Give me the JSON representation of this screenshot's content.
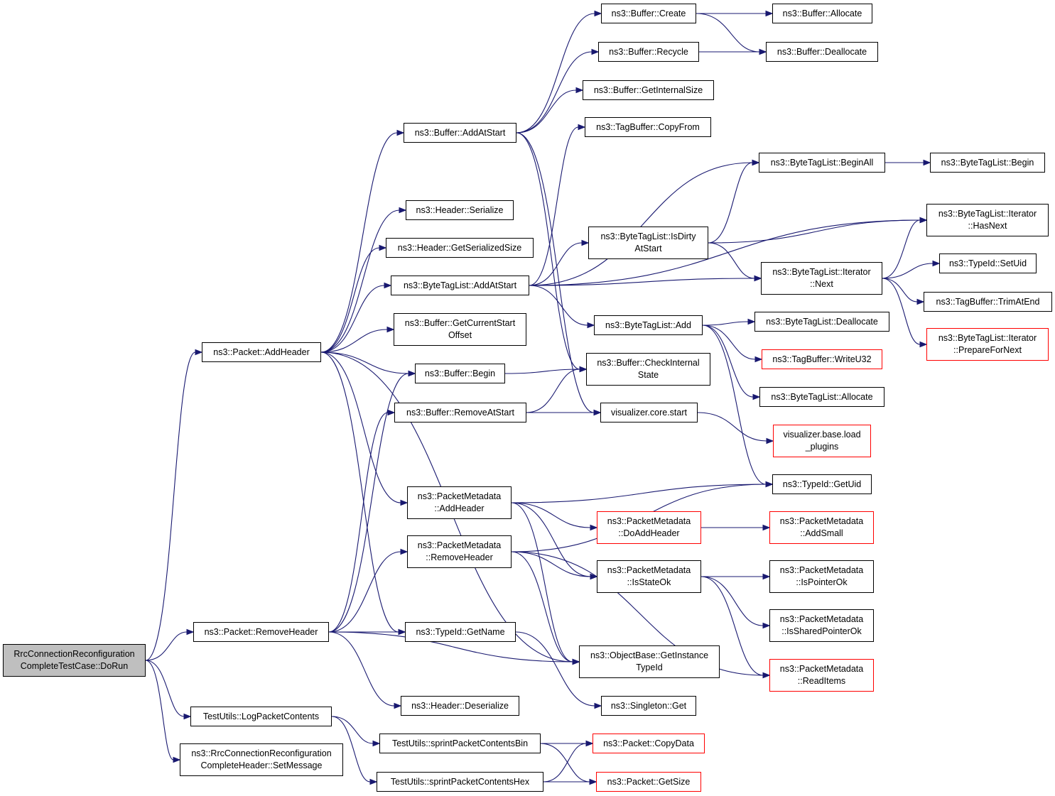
{
  "colors": {
    "edge": "#191970",
    "node_border": "#000000",
    "truncated_border": "#ff0000",
    "root_fill": "#bfbfbf"
  },
  "nodes": [
    {
      "id": "root",
      "label": "RrcConnectionReconfiguration\nCompleteTestCase::DoRun",
      "root": true
    },
    {
      "id": "pkt_addheader",
      "label": "ns3::Packet::AddHeader"
    },
    {
      "id": "pkt_removeheader",
      "label": "ns3::Packet::RemoveHeader"
    },
    {
      "id": "log_contents",
      "label": "TestUtils::LogPacketContents"
    },
    {
      "id": "setmessage",
      "label": "ns3::RrcConnectionReconfiguration\nCompleteHeader::SetMessage"
    },
    {
      "id": "buf_addatstart",
      "label": "ns3::Buffer::AddAtStart"
    },
    {
      "id": "hdr_serialize",
      "label": "ns3::Header::Serialize"
    },
    {
      "id": "hdr_getsersize",
      "label": "ns3::Header::GetSerializedSize"
    },
    {
      "id": "btl_addatstart",
      "label": "ns3::ByteTagList::AddAtStart"
    },
    {
      "id": "buf_getcurstart",
      "label": "ns3::Buffer::GetCurrentStart\nOffset"
    },
    {
      "id": "buf_begin",
      "label": "ns3::Buffer::Begin"
    },
    {
      "id": "buf_removeatstart",
      "label": "ns3::Buffer::RemoveAtStart"
    },
    {
      "id": "pm_addheader",
      "label": "ns3::PacketMetadata\n::AddHeader"
    },
    {
      "id": "pm_removeheader",
      "label": "ns3::PacketMetadata\n::RemoveHeader"
    },
    {
      "id": "typeid_getname",
      "label": "ns3::TypeId::GetName"
    },
    {
      "id": "hdr_deserialize",
      "label": "ns3::Header::Deserialize"
    },
    {
      "id": "sprint_bin",
      "label": "TestUtils::sprintPacketContentsBin"
    },
    {
      "id": "sprint_hex",
      "label": "TestUtils::sprintPacketContentsHex"
    },
    {
      "id": "buf_create",
      "label": "ns3::Buffer::Create"
    },
    {
      "id": "buf_recycle",
      "label": "ns3::Buffer::Recycle"
    },
    {
      "id": "buf_getinternalsize",
      "label": "ns3::Buffer::GetInternalSize"
    },
    {
      "id": "tagbuf_copyfrom",
      "label": "ns3::TagBuffer::CopyFrom"
    },
    {
      "id": "btl_isdirty",
      "label": "ns3::ByteTagList::IsDirty\nAtStart"
    },
    {
      "id": "btl_add",
      "label": "ns3::ByteTagList::Add"
    },
    {
      "id": "buf_checkinternal",
      "label": "ns3::Buffer::CheckInternal\nState"
    },
    {
      "id": "vis_core_start",
      "label": "visualizer.core.start"
    },
    {
      "id": "pm_doaddheader",
      "label": "ns3::PacketMetadata\n::DoAddHeader",
      "truncated": true
    },
    {
      "id": "pm_isstateok",
      "label": "ns3::PacketMetadata\n::IsStateOk"
    },
    {
      "id": "objbase_gettypeid",
      "label": "ns3::ObjectBase::GetInstance\nTypeId"
    },
    {
      "id": "singleton_get",
      "label": "ns3::Singleton::Get"
    },
    {
      "id": "pkt_copydata",
      "label": "ns3::Packet::CopyData",
      "truncated": true
    },
    {
      "id": "pkt_getsize",
      "label": "ns3::Packet::GetSize",
      "truncated": true
    },
    {
      "id": "buf_allocate",
      "label": "ns3::Buffer::Allocate"
    },
    {
      "id": "buf_deallocate",
      "label": "ns3::Buffer::Deallocate"
    },
    {
      "id": "btl_beginall",
      "label": "ns3::ByteTagList::BeginAll"
    },
    {
      "id": "btl_iter_next",
      "label": "ns3::ByteTagList::Iterator\n::Next"
    },
    {
      "id": "btl_deallocate",
      "label": "ns3::ByteTagList::Deallocate"
    },
    {
      "id": "tagbuf_writeu32",
      "label": "ns3::TagBuffer::WriteU32",
      "truncated": true
    },
    {
      "id": "btl_allocate",
      "label": "ns3::ByteTagList::Allocate"
    },
    {
      "id": "vis_base_load",
      "label": "visualizer.base.load\n_plugins",
      "truncated": true
    },
    {
      "id": "typeid_getuid",
      "label": "ns3::TypeId::GetUid"
    },
    {
      "id": "pm_addsmall",
      "label": "ns3::PacketMetadata\n::AddSmall",
      "truncated": true
    },
    {
      "id": "pm_ispointerok",
      "label": "ns3::PacketMetadata\n::IsPointerOk"
    },
    {
      "id": "pm_issharedok",
      "label": "ns3::PacketMetadata\n::IsSharedPointerOk"
    },
    {
      "id": "pm_readitems",
      "label": "ns3::PacketMetadata\n::ReadItems",
      "truncated": true
    },
    {
      "id": "btl_begin",
      "label": "ns3::ByteTagList::Begin"
    },
    {
      "id": "btl_iter_hasnext",
      "label": "ns3::ByteTagList::Iterator\n::HasNext"
    },
    {
      "id": "typeid_setuid",
      "label": "ns3::TypeId::SetUid"
    },
    {
      "id": "tagbuf_trimatend",
      "label": "ns3::TagBuffer::TrimAtEnd"
    },
    {
      "id": "btl_iter_prepare",
      "label": "ns3::ByteTagList::Iterator\n::PrepareForNext",
      "truncated": true
    }
  ],
  "edges": [
    [
      "root",
      "pkt_addheader"
    ],
    [
      "root",
      "pkt_removeheader"
    ],
    [
      "root",
      "log_contents"
    ],
    [
      "root",
      "setmessage"
    ],
    [
      "pkt_addheader",
      "buf_addatstart"
    ],
    [
      "pkt_addheader",
      "hdr_serialize"
    ],
    [
      "pkt_addheader",
      "hdr_getsersize"
    ],
    [
      "pkt_addheader",
      "btl_addatstart"
    ],
    [
      "pkt_addheader",
      "buf_getcurstart"
    ],
    [
      "pkt_addheader",
      "buf_begin"
    ],
    [
      "pkt_addheader",
      "pm_addheader"
    ],
    [
      "pkt_addheader",
      "typeid_getname"
    ],
    [
      "pkt_addheader",
      "objbase_gettypeid"
    ],
    [
      "pkt_removeheader",
      "buf_begin"
    ],
    [
      "pkt_removeheader",
      "buf_removeatstart"
    ],
    [
      "pkt_removeheader",
      "pm_removeheader"
    ],
    [
      "pkt_removeheader",
      "typeid_getname"
    ],
    [
      "pkt_removeheader",
      "hdr_deserialize"
    ],
    [
      "pkt_removeheader",
      "objbase_gettypeid"
    ],
    [
      "log_contents",
      "sprint_bin"
    ],
    [
      "log_contents",
      "sprint_hex"
    ],
    [
      "buf_addatstart",
      "buf_create"
    ],
    [
      "buf_addatstart",
      "buf_recycle"
    ],
    [
      "buf_addatstart",
      "buf_getinternalsize"
    ],
    [
      "buf_addatstart",
      "buf_checkinternal"
    ],
    [
      "buf_addatstart",
      "vis_core_start"
    ],
    [
      "btl_addatstart",
      "tagbuf_copyfrom"
    ],
    [
      "btl_addatstart",
      "btl_beginall"
    ],
    [
      "btl_addatstart",
      "btl_iter_hasnext"
    ],
    [
      "btl_addatstart",
      "btl_isdirty"
    ],
    [
      "btl_addatstart",
      "btl_iter_next"
    ],
    [
      "btl_addatstart",
      "btl_add"
    ],
    [
      "buf_begin",
      "buf_checkinternal"
    ],
    [
      "buf_removeatstart",
      "buf_checkinternal"
    ],
    [
      "buf_removeatstart",
      "vis_core_start"
    ],
    [
      "pm_addheader",
      "typeid_getuid"
    ],
    [
      "pm_addheader",
      "pm_doaddheader"
    ],
    [
      "pm_addheader",
      "pm_isstateok"
    ],
    [
      "pm_addheader",
      "objbase_gettypeid"
    ],
    [
      "pm_removeheader",
      "typeid_getuid"
    ],
    [
      "pm_removeheader",
      "pm_isstateok"
    ],
    [
      "pm_removeheader",
      "pm_readitems"
    ],
    [
      "pm_removeheader",
      "objbase_gettypeid"
    ],
    [
      "typeid_getname",
      "singleton_get"
    ],
    [
      "sprint_bin",
      "pkt_copydata"
    ],
    [
      "sprint_bin",
      "pkt_getsize"
    ],
    [
      "sprint_hex",
      "pkt_copydata"
    ],
    [
      "sprint_hex",
      "pkt_getsize"
    ],
    [
      "buf_create",
      "buf_allocate"
    ],
    [
      "buf_create",
      "buf_deallocate"
    ],
    [
      "buf_recycle",
      "buf_deallocate"
    ],
    [
      "btl_isdirty",
      "btl_beginall"
    ],
    [
      "btl_isdirty",
      "btl_iter_hasnext"
    ],
    [
      "btl_isdirty",
      "btl_iter_next"
    ],
    [
      "btl_add",
      "btl_deallocate"
    ],
    [
      "btl_add",
      "tagbuf_writeu32"
    ],
    [
      "btl_add",
      "btl_allocate"
    ],
    [
      "btl_add",
      "typeid_getuid"
    ],
    [
      "vis_core_start",
      "vis_base_load"
    ],
    [
      "pm_doaddheader",
      "pm_addsmall"
    ],
    [
      "pm_isstateok",
      "pm_ispointerok"
    ],
    [
      "pm_isstateok",
      "pm_issharedok"
    ],
    [
      "pm_isstateok",
      "pm_readitems"
    ],
    [
      "btl_beginall",
      "btl_begin"
    ],
    [
      "btl_iter_next",
      "btl_iter_hasnext"
    ],
    [
      "btl_iter_next",
      "typeid_setuid"
    ],
    [
      "btl_iter_next",
      "tagbuf_trimatend"
    ],
    [
      "btl_iter_next",
      "btl_iter_prepare"
    ]
  ]
}
